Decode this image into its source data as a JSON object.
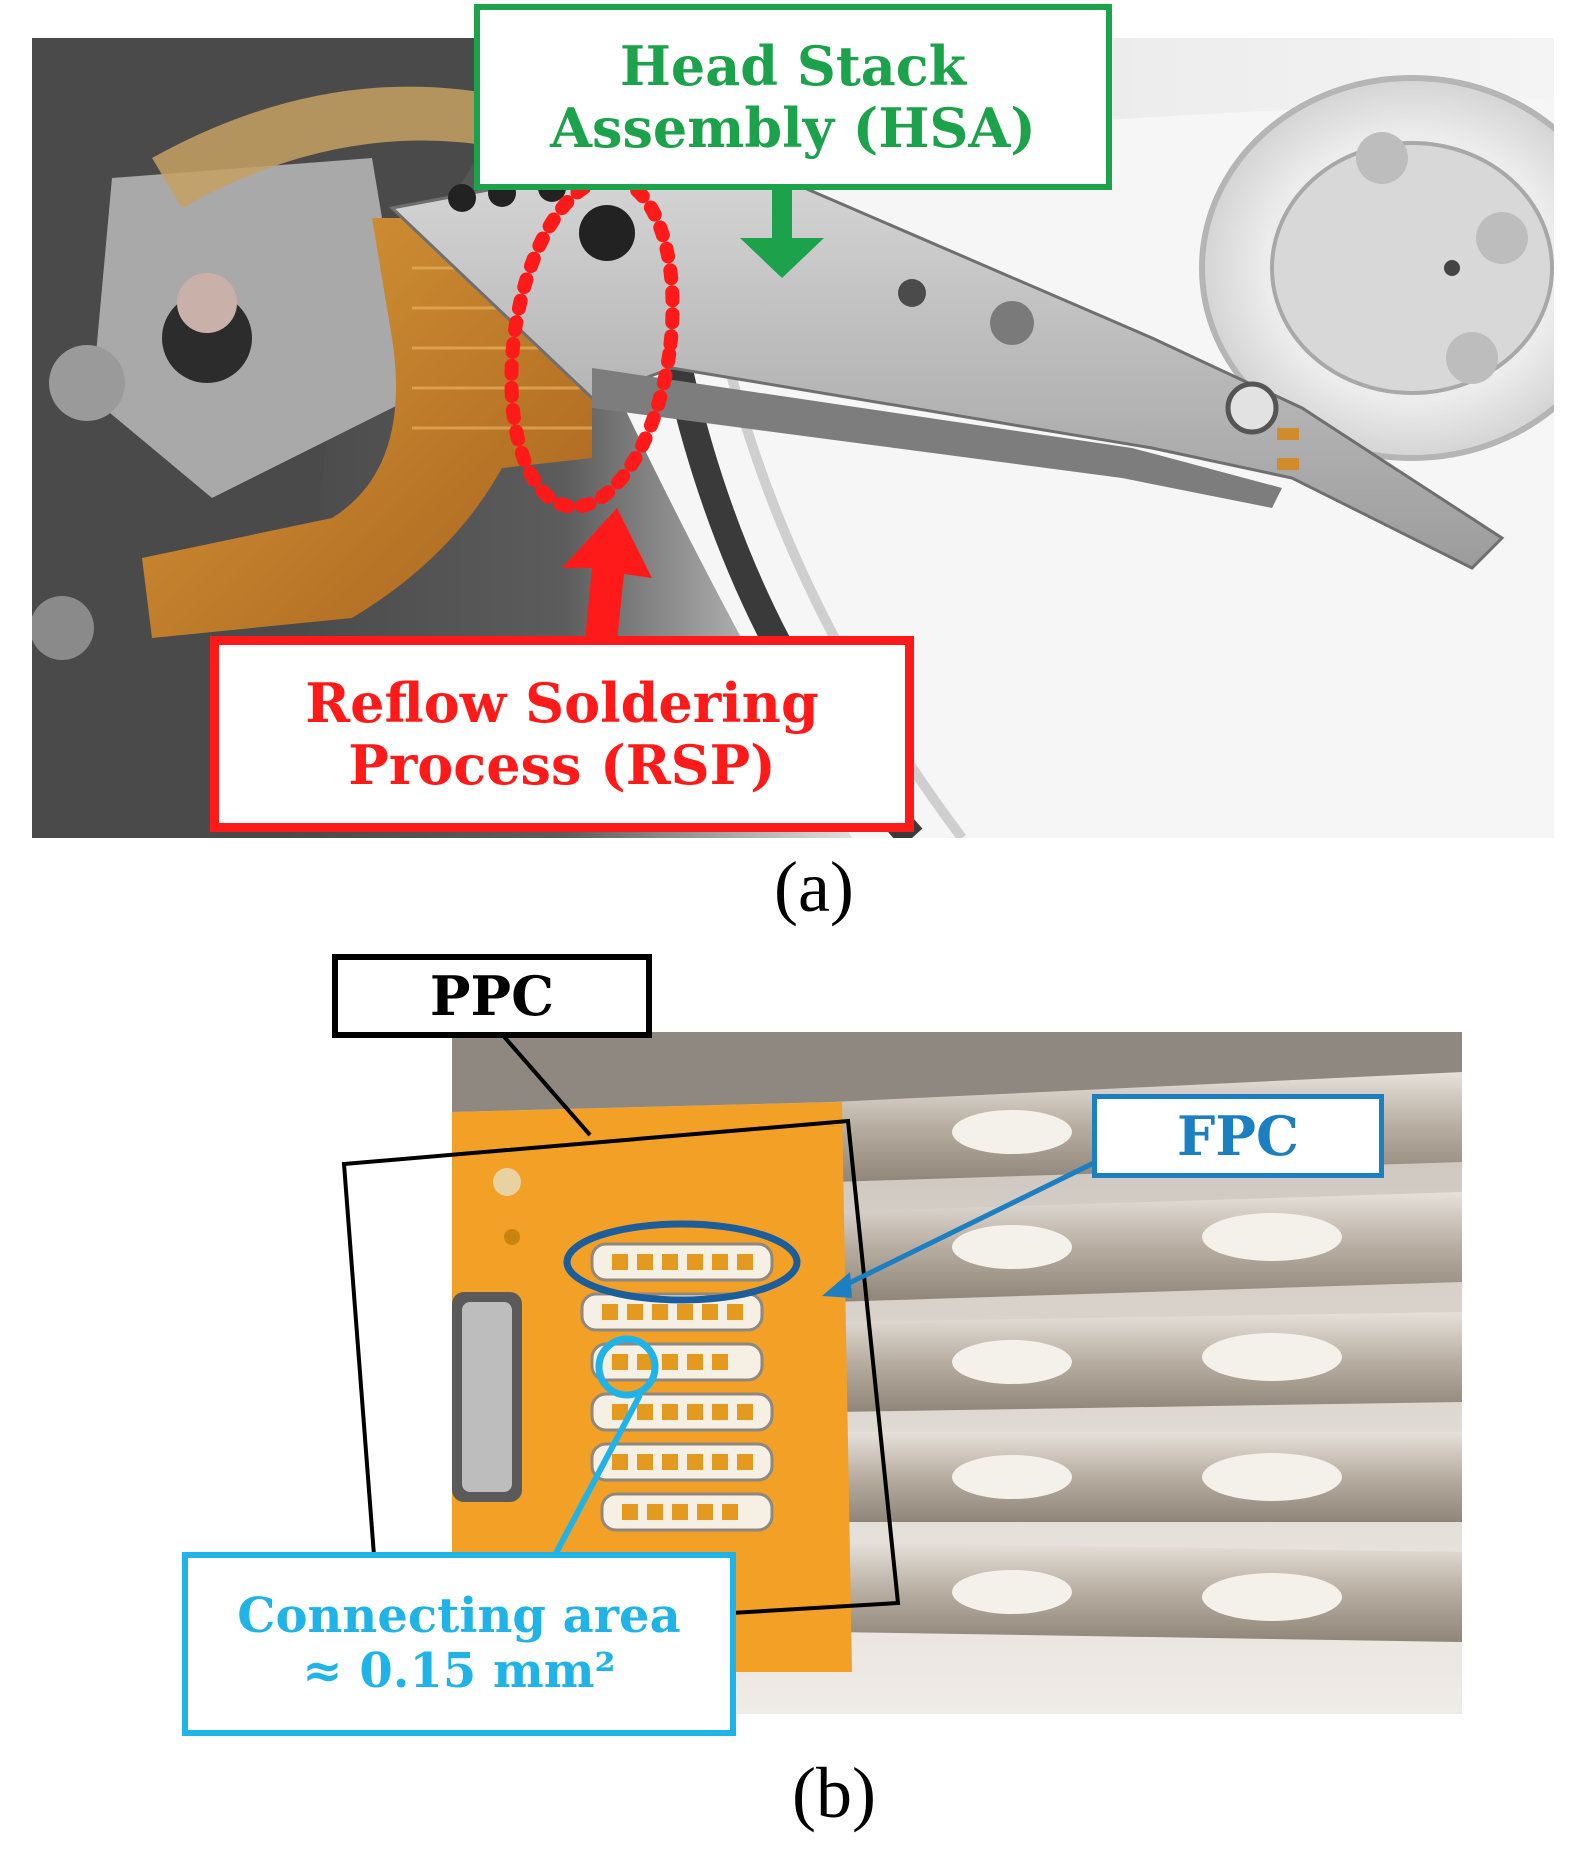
{
  "panel_a": {
    "hsa_label_line1": "Head Stack",
    "hsa_label_line2": "Assembly (HSA)",
    "rsp_label_line1": "Reflow Soldering",
    "rsp_label_line2": "Process (RSP)",
    "caption": "(a)"
  },
  "panel_b": {
    "ppc_label": "PPC",
    "fpc_label": "FPC",
    "connecting_label_line1": "Connecting area",
    "connecting_label_line2": "≈ 0.15 mm²",
    "caption": "(b)"
  },
  "colors": {
    "hsa": "#1ba24a",
    "rsp": "#ff1a1a",
    "fpc": "#1c7fc2",
    "connecting": "#1fb3e8"
  }
}
